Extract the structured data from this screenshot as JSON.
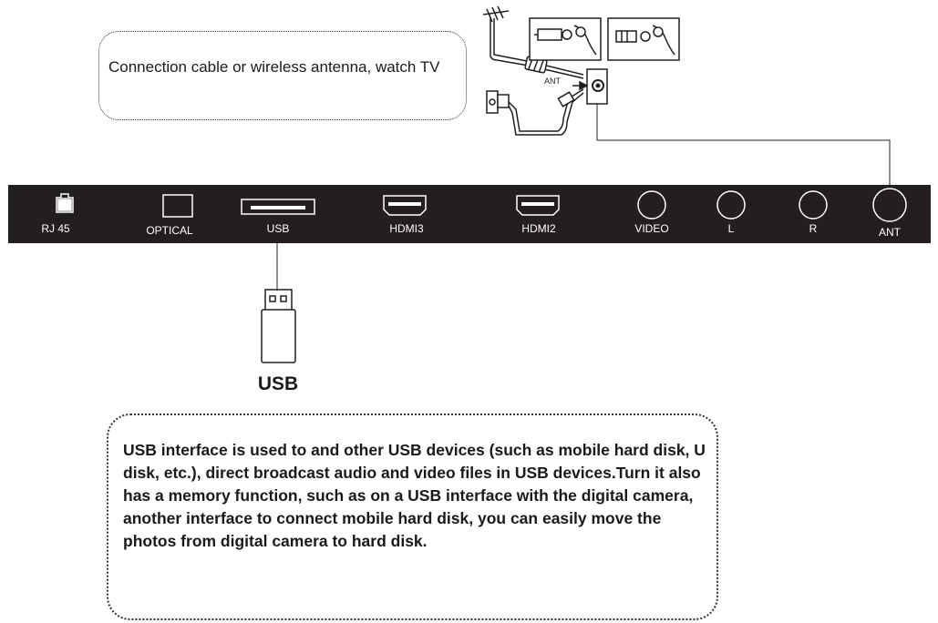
{
  "callouts": {
    "antenna_text": "Connection cable or wireless antenna, watch TV",
    "usb_text": "USB interface is used to and other USB devices (such as mobile hard disk, U disk, etc.), direct broadcast audio and video files in USB devices.Turn it also has a memory function, such as on a USB interface with the digital camera, another interface to connect mobile hard disk, you can easily move the photos from digital camera to hard disk."
  },
  "panel": {
    "ports": [
      {
        "label": "RJ 45",
        "icon": "rj45-port-icon"
      },
      {
        "label": "OPTICAL",
        "icon": "optical-port-icon"
      },
      {
        "label": "USB",
        "icon": "usb-port-icon"
      },
      {
        "label": "HDMI3",
        "icon": "hdmi-port-icon"
      },
      {
        "label": "HDMI2",
        "icon": "hdmi-port-icon"
      },
      {
        "label": "VIDEO",
        "icon": "round-jack-icon"
      },
      {
        "label": "L",
        "icon": "round-jack-icon"
      },
      {
        "label": "R",
        "icon": "round-jack-icon"
      },
      {
        "label": "ANT",
        "icon": "antenna-jack-icon"
      }
    ]
  },
  "usb_device": {
    "caption": "USB",
    "icon": "usb-flash-drive-icon"
  },
  "antenna_illustration": {
    "jack_label": "ANT",
    "icons": [
      "antenna-icon",
      "coax-plug-icon",
      "wall-socket-icon",
      "cable-icon"
    ]
  },
  "colors": {
    "panel": "#231f20",
    "line": "#231f20",
    "text": "#1a1a1a"
  }
}
